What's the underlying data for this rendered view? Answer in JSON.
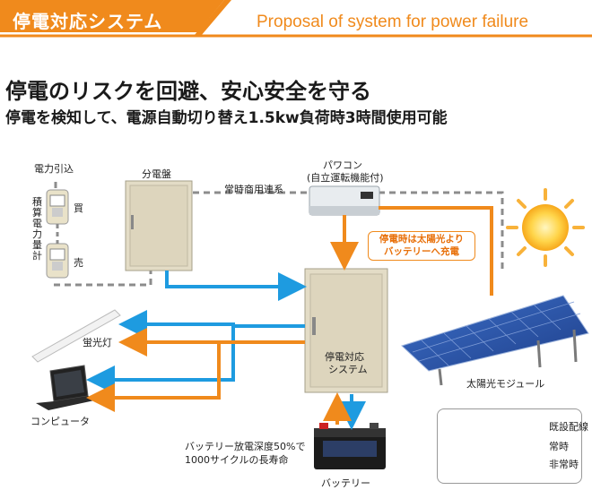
{
  "header": {
    "tag_label": "停電対応システム",
    "english_title": "Proposal of system for power failure",
    "accent_color": "#f08a1c"
  },
  "headline": "停電のリスクを回避、安心安全を守る",
  "subline": "停電を検知して、電源自動切り替え1.5kw負荷時3時間使用可能",
  "diagram": {
    "power_intake_label": "電力引込",
    "meter_label": "積算電力量計",
    "buy_label": "買",
    "sell_label": "売",
    "distribution_board_label": "分電盤",
    "grid_link_label": "常時商用連系",
    "power_conditioner_label": "パワコン",
    "power_conditioner_sub": "(自立運転機能付)",
    "callout_line1": "停電時は太陽光より",
    "callout_line2": "バッテリーへ充電",
    "system_label_line1": "停電対応",
    "system_label_line2": "システム",
    "fluorescent_label": "蛍光灯",
    "computer_label": "コンピュータ",
    "solar_label": "太陽光モジュール",
    "battery_note_line1": "バッテリー放電深度50%で",
    "battery_note_line2": "1000サイクルの長寿命",
    "battery_label": "バッテリー"
  },
  "legend": {
    "existing_wiring": "既設配線",
    "normal": "常時",
    "emergency": "非常時",
    "color_normal": "#1e9be0",
    "color_emergency": "#f08a1c",
    "color_existing": "#8c8c8c"
  }
}
